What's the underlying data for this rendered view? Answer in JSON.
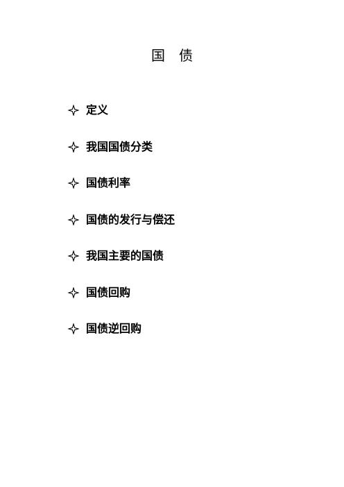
{
  "document": {
    "title": "国债",
    "bullet_icon": "four-pointed-star-outline-icon",
    "items": [
      {
        "label": "定义"
      },
      {
        "label": "我国国债分类"
      },
      {
        "label": "国债利率"
      },
      {
        "label": "国债的发行与偿还"
      },
      {
        "label": "我国主要的国债"
      },
      {
        "label": "国债回购"
      },
      {
        "label": "国债逆回购"
      }
    ]
  }
}
